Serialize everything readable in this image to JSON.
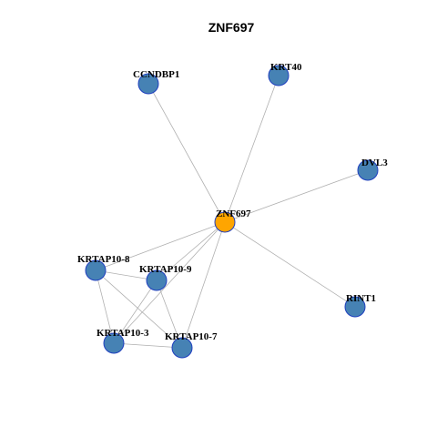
{
  "title": "ZNF697",
  "colors": {
    "hub": "#FFA500",
    "node": "#4682B4",
    "node_border": "#1F3FBF",
    "edge": "#B0B0B0"
  },
  "nodes": [
    {
      "id": "ZNF697",
      "label": "ZNF697",
      "hub": true
    },
    {
      "id": "CCNDBP1",
      "label": "CCNDBP1",
      "hub": false
    },
    {
      "id": "KRT40",
      "label": "KRT40",
      "hub": false
    },
    {
      "id": "DVL3",
      "label": "DVL3",
      "hub": false
    },
    {
      "id": "KRTAP10-8",
      "label": "KRTAP10-8",
      "hub": false
    },
    {
      "id": "KRTAP10-9",
      "label": "KRTAP10-9",
      "hub": false
    },
    {
      "id": "RINT1",
      "label": "RINT1",
      "hub": false
    },
    {
      "id": "KRTAP10-3",
      "label": "KRTAP10-3",
      "hub": false
    },
    {
      "id": "KRTAP10-7",
      "label": "KRTAP10-7",
      "hub": false
    }
  ],
  "edges": [
    [
      "ZNF697",
      "CCNDBP1"
    ],
    [
      "ZNF697",
      "KRT40"
    ],
    [
      "ZNF697",
      "DVL3"
    ],
    [
      "ZNF697",
      "RINT1"
    ],
    [
      "ZNF697",
      "KRTAP10-8"
    ],
    [
      "ZNF697",
      "KRTAP10-9"
    ],
    [
      "ZNF697",
      "KRTAP10-3"
    ],
    [
      "ZNF697",
      "KRTAP10-7"
    ],
    [
      "KRTAP10-8",
      "KRTAP10-9"
    ],
    [
      "KRTAP10-8",
      "KRTAP10-3"
    ],
    [
      "KRTAP10-8",
      "KRTAP10-7"
    ],
    [
      "KRTAP10-9",
      "KRTAP10-3"
    ],
    [
      "KRTAP10-9",
      "KRTAP10-7"
    ],
    [
      "KRTAP10-3",
      "KRTAP10-7"
    ]
  ]
}
